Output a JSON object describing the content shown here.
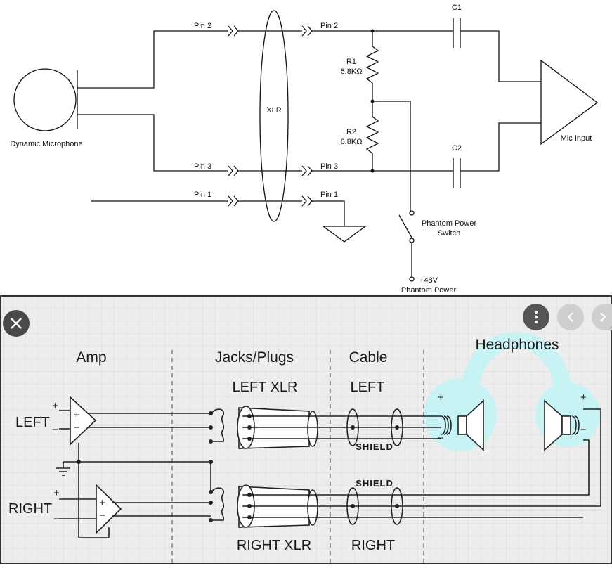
{
  "top_diagram": {
    "pins_left": [
      "Pin 2",
      "Pin 3",
      "Pin 1"
    ],
    "pins_right": [
      "Pin 2",
      "Pin 3",
      "Pin 1"
    ],
    "xlr_label": "XLR",
    "mic_label": "Dynamic Microphone",
    "r1": {
      "name": "R1",
      "value": "6.8KΩ"
    },
    "r2": {
      "name": "R2",
      "value": "6.8KΩ"
    },
    "c1": "C1",
    "c2": "C2",
    "amp_label": "Mic Input",
    "switch_label_1": "Phantom Power",
    "switch_label_2": "Switch",
    "supply_label_1": "+48V",
    "supply_label_2": "Phantom Power"
  },
  "bottom_diagram": {
    "columns": [
      "Amp",
      "Jacks/Plugs",
      "Cable",
      "Headphones"
    ],
    "left_xlr": "LEFT XLR",
    "right_xlr": "RIGHT XLR",
    "cable_left": "LEFT",
    "cable_right": "RIGHT",
    "shield_top": "SHIELD",
    "shield_bottom": "SHIELD",
    "amp_left": "LEFT",
    "amp_right": "RIGHT",
    "plus": "+",
    "minus": "−"
  },
  "viewer": {
    "close_icon": "close-icon",
    "more_icon": "more-vert-icon",
    "prev_icon": "chevron-left-icon",
    "next_icon": "chevron-right-icon"
  },
  "colors": {
    "headphone_highlight": "#c8f3f5",
    "line": "#111111",
    "viewer_button": "#555555"
  }
}
